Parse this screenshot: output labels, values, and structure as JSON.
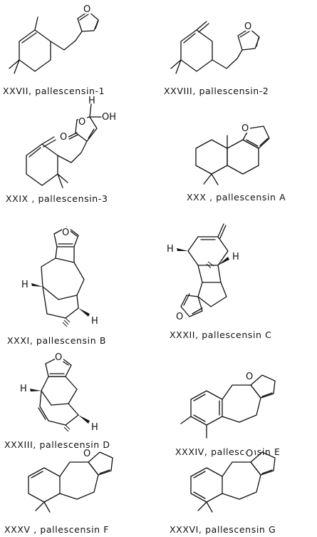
{
  "compounds": [
    {
      "label": "XXVII, pallescensin-1"
    },
    {
      "label": "XXVIII, pallescensin-2"
    },
    {
      "label": "XXIX , pallescensin-3"
    },
    {
      "label": "XXX , pallescensin A"
    },
    {
      "label": "XXXI, pallescensin B"
    },
    {
      "label": "XXXII, pallescensin C"
    },
    {
      "label": "XXXIII, pallescensin D"
    },
    {
      "label": "XXXIV, pallescensin E"
    },
    {
      "label": "XXXV , pallescensin F"
    },
    {
      "label": "XXXVI, pallescensin G"
    }
  ],
  "atoms": {
    "oxygen": "O",
    "hydrogen": "H",
    "hydroxyl": "OH"
  }
}
